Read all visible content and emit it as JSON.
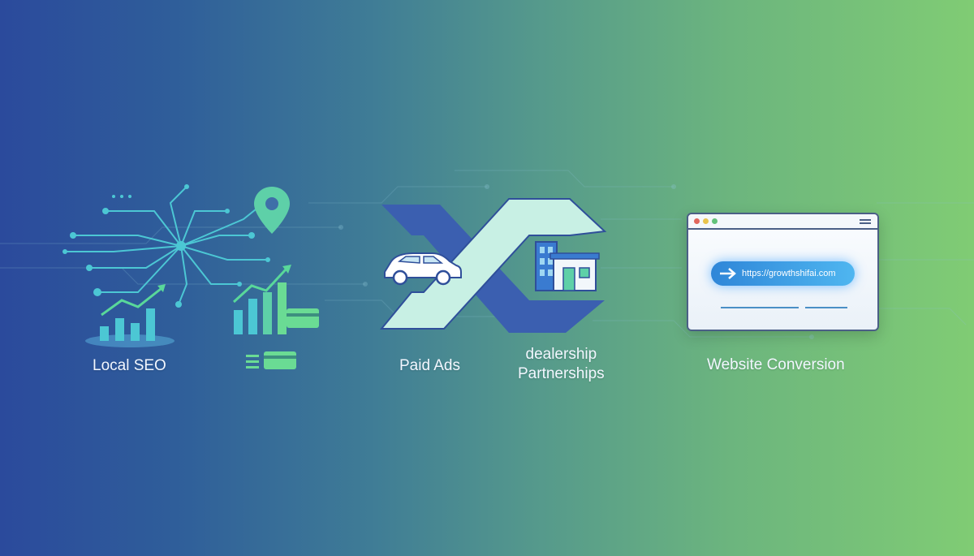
{
  "labels": {
    "local_seo": "Local SEO",
    "paid_ads": "Paid Ads",
    "dealership_line1": "dealership",
    "dealership_line2": "Partnerships",
    "website_conversion": "Website Conversion"
  },
  "browser": {
    "url": "https://growthshifai.com"
  },
  "colors": {
    "gradient_left": "#2b4a9c",
    "gradient_right": "#80cc74",
    "icon_teal": "#5fd3c4",
    "icon_blue": "#3b5fb0",
    "accent_blue": "#3aa0ea"
  },
  "icons": [
    "circuit-network-icon",
    "location-pin-icon",
    "bar-chart-growth-icon",
    "credit-card-icon",
    "car-icon",
    "building-icon",
    "swap-arrows-icon",
    "browser-window-icon",
    "arrow-right-icon"
  ]
}
